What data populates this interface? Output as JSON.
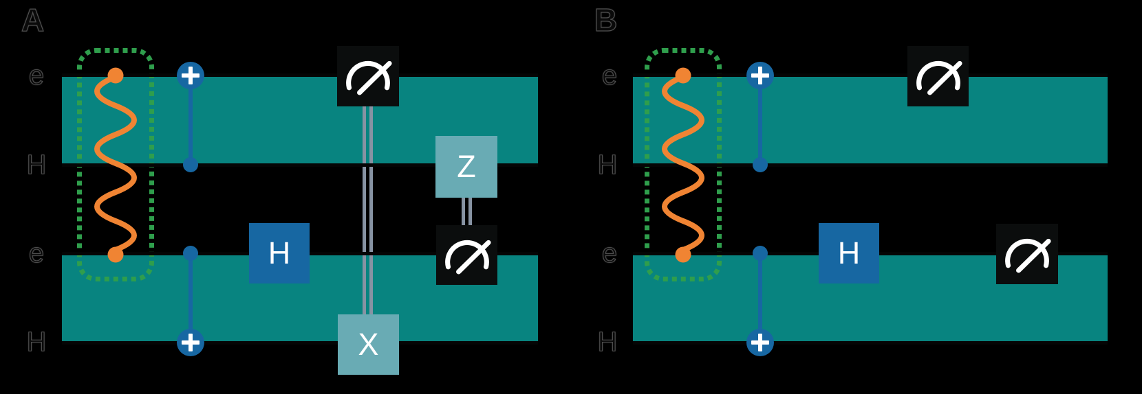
{
  "figure": {
    "type": "quantum-circuit-diagram",
    "panel_count": 2
  },
  "panels": [
    {
      "label": "A",
      "qubits": [
        "e",
        "H",
        "e",
        "H"
      ],
      "elements": [
        "entangled-pair",
        "cnot",
        "cnot",
        "hadamard",
        "measurement",
        "measurement",
        "pauli-x-feedforward",
        "pauli-z-feedforward"
      ]
    },
    {
      "label": "B",
      "qubits": [
        "e",
        "H",
        "e",
        "H"
      ],
      "elements": [
        "entangled-pair",
        "cnot",
        "cnot",
        "hadamard",
        "measurement",
        "measurement"
      ]
    }
  ],
  "gate_labels": {
    "hadamard": "H",
    "pauli_x": "X",
    "pauli_z": "Z"
  },
  "icons": {
    "measurement": "gauge-icon",
    "cnot_target": "plus-icon",
    "cnot_control": "dot-icon",
    "entanglement": "wavy-line-icon",
    "entangled_pair": "dashed-rounded-box-icon"
  },
  "colors": {
    "background": "#000000",
    "band_teal": "#088480",
    "blue": "#1767a2",
    "light_teal": "#69abb4",
    "orange": "#f08433",
    "green": "#2f9e4c",
    "classical_gray": "#8793a3",
    "wire_black": "#050505",
    "measure_box": "#0b0d0d",
    "gate_letter": "#ffffff",
    "label_color": "#0a0a0a",
    "label_outline": "#4f4f4f"
  }
}
